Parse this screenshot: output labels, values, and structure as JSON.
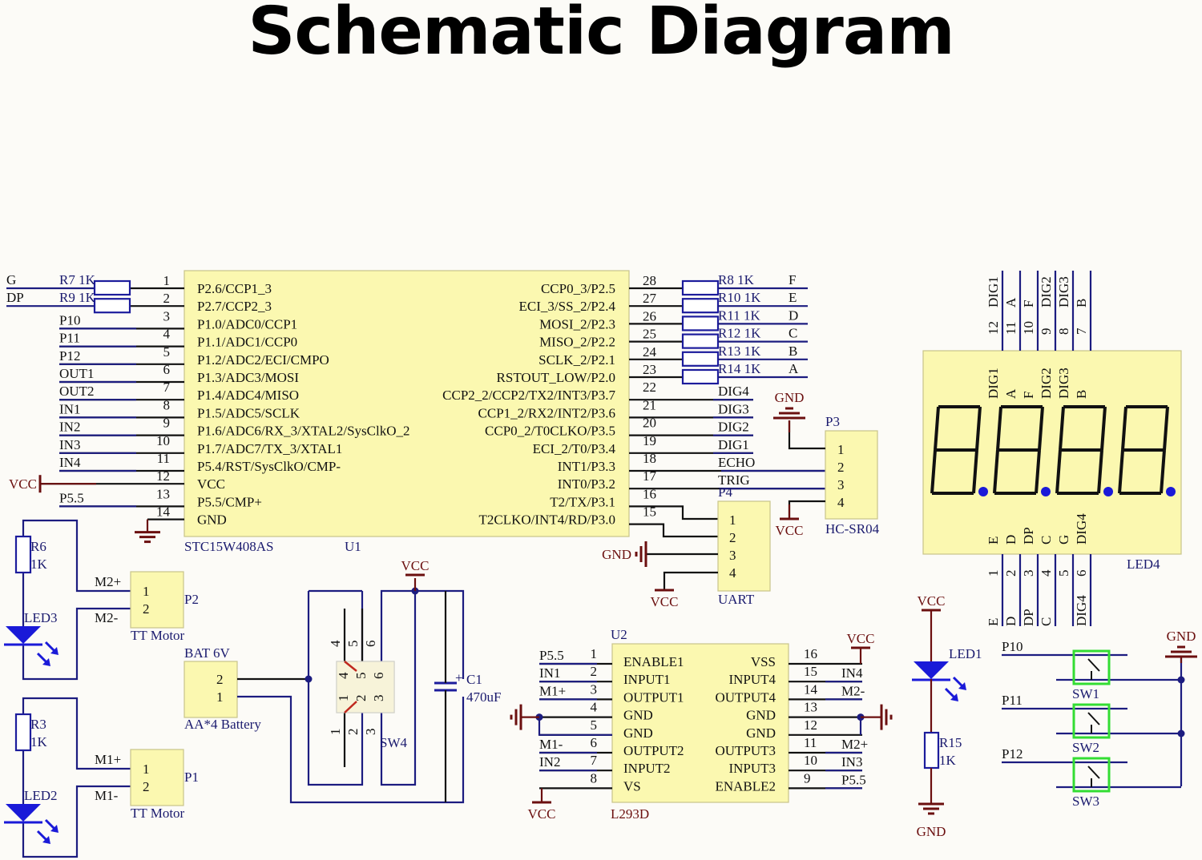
{
  "title": "Schematic Diagram",
  "colors": {
    "wire": "#111111",
    "net": "#1c1c80",
    "power": "#6b0f0f",
    "chip": "#fbf8b0",
    "led": "#1a1ad8",
    "switch": "#33dd33"
  },
  "u1": {
    "ref": "U1",
    "part": "STC15W408AS",
    "left_pins": [
      {
        "num": "1",
        "name": "P2.6/CCP1_3",
        "net": "G",
        "res": "R7 1K"
      },
      {
        "num": "2",
        "name": "P2.7/CCP2_3",
        "net": "DP",
        "res": "R9 1K"
      },
      {
        "num": "3",
        "name": "P1.0/ADC0/CCP1",
        "net": "P10"
      },
      {
        "num": "4",
        "name": "P1.1/ADC1/CCP0",
        "net": "P11"
      },
      {
        "num": "5",
        "name": "P1.2/ADC2/ECI/CMPO",
        "net": "P12"
      },
      {
        "num": "6",
        "name": "P1.3/ADC3/MOSI",
        "net": "OUT1"
      },
      {
        "num": "7",
        "name": "P1.4/ADC4/MISO",
        "net": "OUT2"
      },
      {
        "num": "8",
        "name": "P1.5/ADC5/SCLK",
        "net": "IN1"
      },
      {
        "num": "9",
        "name": "P1.6/ADC6/RX_3/XTAL2/SysClkO_2",
        "net": "IN2"
      },
      {
        "num": "10",
        "name": "P1.7/ADC7/TX_3/XTAL1",
        "net": "IN3"
      },
      {
        "num": "11",
        "name": "P5.4/RST/SysClkO/CMP-",
        "net": "IN4"
      },
      {
        "num": "12",
        "name": "VCC",
        "net": "VCC"
      },
      {
        "num": "13",
        "name": "P5.5/CMP+",
        "net": "P5.5"
      },
      {
        "num": "14",
        "name": "GND",
        "net": ""
      }
    ],
    "right_pins": [
      {
        "num": "28",
        "name": "CCP0_3/P2.5",
        "net": "F",
        "res": "R8 1K"
      },
      {
        "num": "27",
        "name": "ECI_3/SS_2/P2.4",
        "net": "E",
        "res": "R10 1K"
      },
      {
        "num": "26",
        "name": "MOSI_2/P2.3",
        "net": "D",
        "res": "R11 1K"
      },
      {
        "num": "25",
        "name": "MISO_2/P2.2",
        "net": "C",
        "res": "R12 1K"
      },
      {
        "num": "24",
        "name": "SCLK_2/P2.1",
        "net": "B",
        "res": "R13 1K"
      },
      {
        "num": "23",
        "name": "RSTOUT_LOW/P2.0",
        "net": "A",
        "res": "R14 1K"
      },
      {
        "num": "22",
        "name": "CCP2_2/CCP2/TX2/INT3/P3.7",
        "net": "DIG4"
      },
      {
        "num": "21",
        "name": "CCP1_2/RX2/INT2/P3.6",
        "net": "DIG3"
      },
      {
        "num": "20",
        "name": "CCP0_2/T0CLKO/P3.5",
        "net": "DIG2"
      },
      {
        "num": "19",
        "name": "ECI_2/T0/P3.4",
        "net": "DIG1"
      },
      {
        "num": "18",
        "name": "INT1/P3.3",
        "net": "ECHO"
      },
      {
        "num": "17",
        "name": "INT0/P3.2",
        "net": "TRIG"
      },
      {
        "num": "16",
        "name": "T2/TX/P3.1",
        "net": "P4"
      },
      {
        "num": "15",
        "name": "T2CLKO/INT4/RD/P3.0",
        "net": ""
      }
    ]
  },
  "hcsr04": {
    "ref": "P3",
    "part": "HC-SR04",
    "pins": [
      "1",
      "2",
      "3",
      "4"
    ],
    "gnd": "GND",
    "vcc": "VCC"
  },
  "uart": {
    "ref": "P4",
    "part": "UART",
    "pins": [
      "1",
      "2",
      "3",
      "4"
    ],
    "gnd": "GND",
    "vcc": "VCC"
  },
  "led4": {
    "ref": "LED4",
    "top_pins": [
      {
        "num": "12",
        "net": "DIG1"
      },
      {
        "num": "11",
        "net": "A"
      },
      {
        "num": "10",
        "net": "F"
      },
      {
        "num": "9",
        "net": "DIG2"
      },
      {
        "num": "8",
        "net": "DIG3"
      },
      {
        "num": "7",
        "net": "B"
      }
    ],
    "bottom_pins": [
      {
        "num": "1",
        "net": "E"
      },
      {
        "num": "2",
        "net": "D"
      },
      {
        "num": "3",
        "net": "DP"
      },
      {
        "num": "4",
        "net": "C"
      },
      {
        "num": "5",
        "net": "G"
      },
      {
        "num": "6",
        "net": "DIG4"
      }
    ],
    "bottom_nets": [
      "E",
      "D",
      "DP",
      "C",
      "",
      "DIG4"
    ],
    "digits": 4
  },
  "motors": [
    {
      "ref": "P2",
      "part": "TT Motor",
      "plus": "M2+",
      "minus": "M2-",
      "res": "R6",
      "res_val": "1K",
      "led": "LED3",
      "pins": [
        "1",
        "2"
      ]
    },
    {
      "ref": "P1",
      "part": "TT Motor",
      "plus": "M1+",
      "minus": "M1-",
      "res": "R3",
      "res_val": "1K",
      "led": "LED2",
      "pins": [
        "1",
        "2"
      ]
    }
  ],
  "battery": {
    "ref": "BAT 6V",
    "part": "AA*4 Battery",
    "pins": [
      "2",
      "1"
    ]
  },
  "sw4": {
    "ref": "SW4",
    "top_nums": [
      "4",
      "5",
      "6"
    ],
    "bottom_nums": [
      "1",
      "2",
      "3"
    ],
    "inner_top": [
      "4",
      "5",
      "6"
    ],
    "inner_bottom": [
      "1",
      "2",
      "3"
    ],
    "vcc": "VCC"
  },
  "c1": {
    "ref": "C1",
    "value": "470uF"
  },
  "u2": {
    "ref": "U2",
    "part": "L293D",
    "left_pins": [
      {
        "num": "1",
        "name": "ENABLE1",
        "net": "P5.5"
      },
      {
        "num": "2",
        "name": "INPUT1",
        "net": "IN1"
      },
      {
        "num": "3",
        "name": "OUTPUT1",
        "net": "M1+"
      },
      {
        "num": "4",
        "name": "GND",
        "net": ""
      },
      {
        "num": "5",
        "name": "GND",
        "net": ""
      },
      {
        "num": "6",
        "name": "OUTPUT2",
        "net": "M1-"
      },
      {
        "num": "7",
        "name": "INPUT2",
        "net": "IN2"
      },
      {
        "num": "8",
        "name": "VS",
        "net": ""
      }
    ],
    "right_pins": [
      {
        "num": "16",
        "name": "VSS",
        "net": ""
      },
      {
        "num": "15",
        "name": "INPUT4",
        "net": "IN4"
      },
      {
        "num": "14",
        "name": "OUTPUT4",
        "net": "M2-"
      },
      {
        "num": "13",
        "name": "GND",
        "net": ""
      },
      {
        "num": "12",
        "name": "GND",
        "net": ""
      },
      {
        "num": "11",
        "name": "OUTPUT3",
        "net": "M2+"
      },
      {
        "num": "10",
        "name": "INPUT3",
        "net": "IN3"
      },
      {
        "num": "9",
        "name": "ENABLE2",
        "net": "P5.5"
      }
    ],
    "vcc": "VCC"
  },
  "led1": {
    "ref": "LED1",
    "res": "R15",
    "res_val": "1K",
    "vcc": "VCC",
    "gnd": "GND"
  },
  "switches": [
    {
      "ref": "SW1",
      "net": "P10"
    },
    {
      "ref": "SW2",
      "net": "P11"
    },
    {
      "ref": "SW3",
      "net": "P12"
    }
  ],
  "labels": {
    "gnd": "GND",
    "vcc": "VCC"
  }
}
